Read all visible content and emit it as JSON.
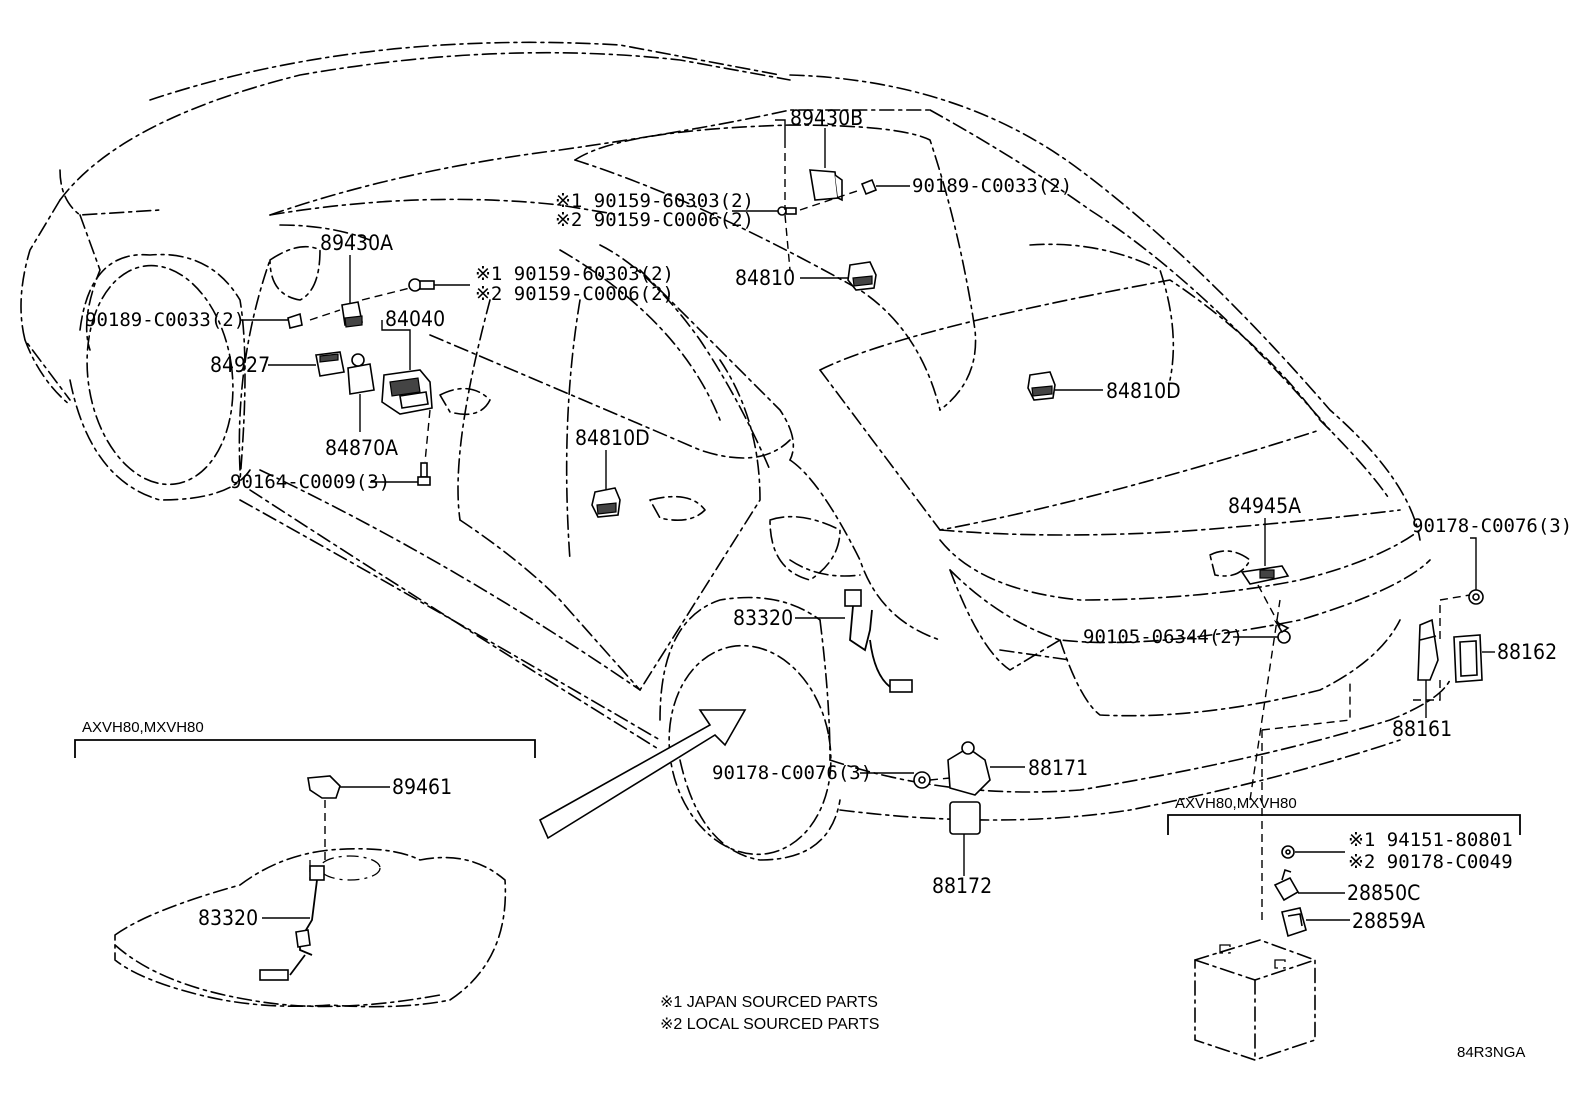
{
  "parts": {
    "p89430B": "89430B",
    "p89430A": "89430A",
    "p84810": "84810",
    "p84040": "84040",
    "p84927": "84927",
    "p84870A": "84870A",
    "p84810D_left": "84810D",
    "p84810D_right": "84810D",
    "p84945A": "84945A",
    "p83320_main": "83320",
    "p83320_inset": "83320",
    "p89461": "89461",
    "p88171": "88171",
    "p88172": "88172",
    "p88161": "88161",
    "p88162": "88162",
    "p28850C": "28850C",
    "p28859A": "28859A"
  },
  "fasteners": {
    "f90159_top_1": "※1 90159-60303(2)",
    "f90159_top_2": "※2 90159-C0006(2)",
    "f90189_top": "90189-C0033(2)",
    "f90159_mid_1": "※1 90159-60303(2)",
    "f90159_mid_2": "※2 90159-C0006(2)",
    "f90189_left": "90189-C0033(2)",
    "f90164": "90164-C0009(3)",
    "f90178_right": "90178-C0076(3)",
    "f90105": "90105-06344(2)",
    "f90178_mid": "90178-C0076(3)",
    "f94151": "※1 94151-80801",
    "f90178_c0049": "※2 90178-C0049"
  },
  "insets": {
    "left_title": "AXVH80,MXVH80",
    "right_title": "AXVH80,MXVH80"
  },
  "notes": {
    "note1": "※1 JAPAN SOURCED PARTS",
    "note2": "※2 LOCAL SOURCED PARTS"
  },
  "diagram_code": "84R3NGA"
}
